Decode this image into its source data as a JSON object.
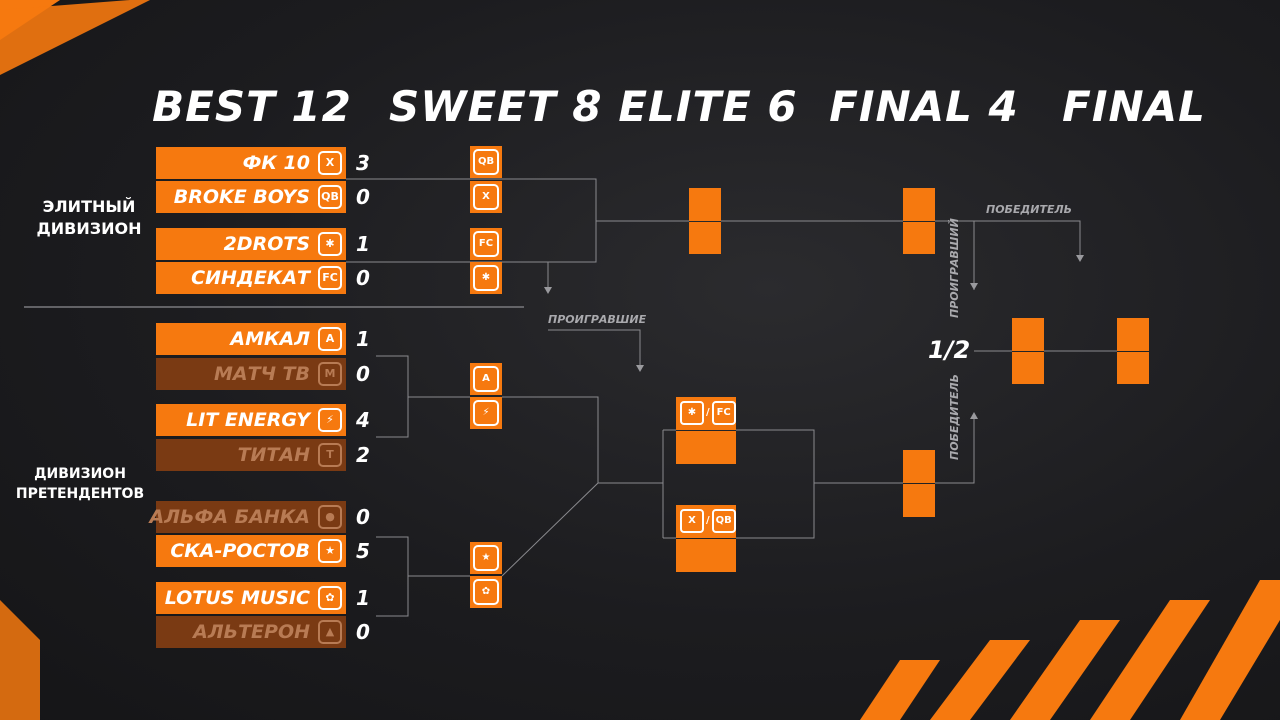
{
  "rounds": [
    "BEST 12",
    "SWEET 8",
    "ELITE 6",
    "FINAL 4",
    "FINAL"
  ],
  "divisions": {
    "elite": "ЭЛИТНЫЙ ДИВИЗИОН",
    "contenders": "ДИВИЗИОН ПРЕТЕНДЕНТОВ"
  },
  "teams": [
    {
      "name": "ФК 10",
      "score": "3",
      "logo": "X",
      "status": "won"
    },
    {
      "name": "BROKE BOYS",
      "score": "0",
      "logo": "QB",
      "status": "won"
    },
    {
      "name": "2DROTS",
      "score": "1",
      "logo": "✱",
      "status": "won"
    },
    {
      "name": "СИНДЕКАТ",
      "score": "0",
      "logo": "FC",
      "status": "won"
    },
    {
      "name": "АМКАЛ",
      "score": "1",
      "logo": "A",
      "status": "won"
    },
    {
      "name": "МАТЧ ТВ",
      "score": "0",
      "logo": "M",
      "status": "lost"
    },
    {
      "name": "LIT ENERGY",
      "score": "4",
      "logo": "⚡",
      "status": "won"
    },
    {
      "name": "ТИТАН",
      "score": "2",
      "logo": "T",
      "status": "lost"
    },
    {
      "name": "АЛЬФА БАНКА",
      "score": "0",
      "logo": "●",
      "status": "lost"
    },
    {
      "name": "СКА-РОСТОВ",
      "score": "5",
      "logo": "★",
      "status": "won"
    },
    {
      "name": "LOTUS MUSIC",
      "score": "1",
      "logo": "✿",
      "status": "won"
    },
    {
      "name": "АЛЬТЕРОН",
      "score": "0",
      "logo": "▲",
      "status": "lost"
    }
  ],
  "sweet8": [
    "QB",
    "X",
    "FC",
    "✱",
    "A",
    "⚡",
    "★",
    "✿"
  ],
  "elite6_pairs": [
    {
      "a": "✱",
      "b": "FC"
    },
    {
      "a": "X",
      "b": "QB"
    }
  ],
  "labels": {
    "losers": "ПРОИГРАВШИЕ",
    "winner": "ПОБЕДИТЕЛЬ",
    "loser": "ПРОИГРАВШИЙ",
    "half": "1/2"
  },
  "colors": {
    "accent": "#f6790f",
    "eliminated": "#7a3a13",
    "background": "#1c1c1f"
  }
}
